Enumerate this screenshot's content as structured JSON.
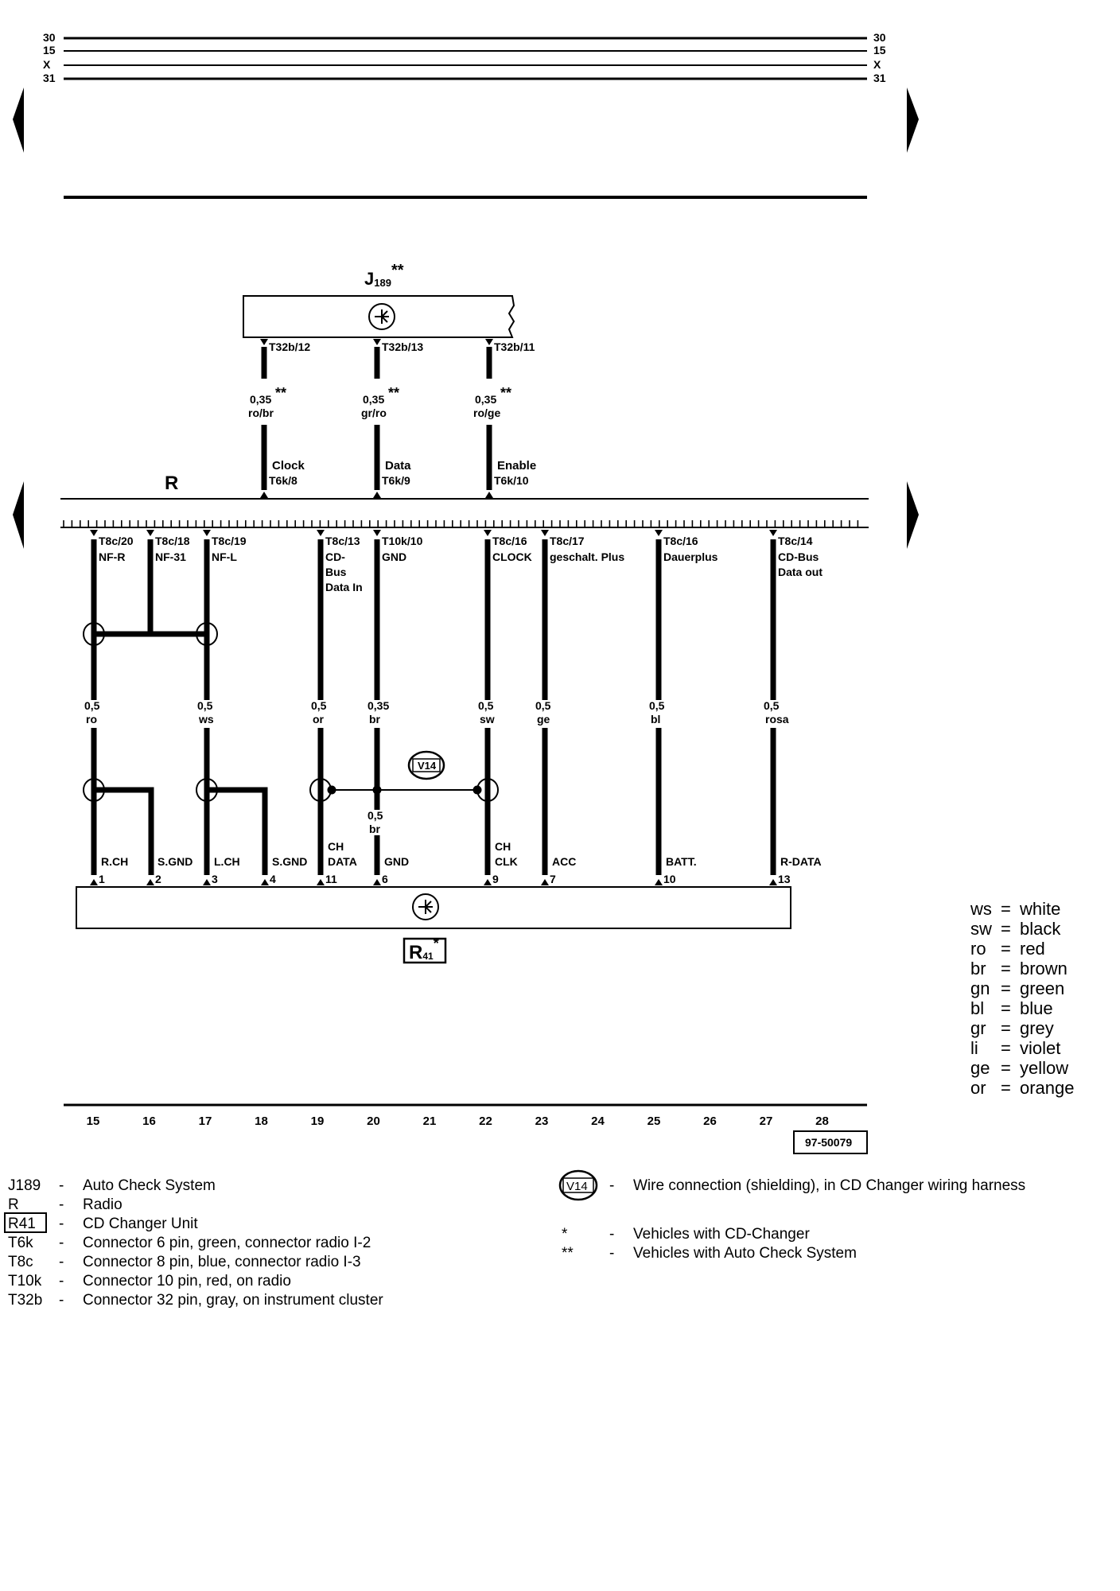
{
  "rails": {
    "left": [
      "30",
      "15",
      "X",
      "31"
    ],
    "right": [
      "30",
      "15",
      "X",
      "31"
    ]
  },
  "j189": {
    "letter": "J",
    "sub": "189",
    "sup": "**"
  },
  "radio_label": "R",
  "top_wires": [
    {
      "pin": "T32b/12",
      "size": "0,35",
      "star": "**",
      "color": "ro/br",
      "signal": "Clock",
      "conn": "T6k/8"
    },
    {
      "pin": "T32b/13",
      "size": "0,35",
      "star": "**",
      "color": "gr/ro",
      "signal": "Data",
      "conn": "T6k/9"
    },
    {
      "pin": "T32b/11",
      "size": "0,35",
      "star": "**",
      "color": "ro/ge",
      "signal": "Enable",
      "conn": "T6k/10"
    }
  ],
  "radio_pins": [
    {
      "pin": "T8c/20",
      "lines": [
        "NF-R"
      ]
    },
    {
      "pin": "T8c/18",
      "lines": [
        "NF-31"
      ]
    },
    {
      "pin": "T8c/19",
      "lines": [
        "NF-L"
      ]
    },
    {
      "pin": "T8c/13",
      "lines": [
        "CD-",
        "Bus",
        "Data In"
      ]
    },
    {
      "pin": "T10k/10",
      "lines": [
        "GND"
      ]
    },
    {
      "pin": "T8c/16",
      "lines": [
        "CLOCK"
      ]
    },
    {
      "pin": "T8c/17",
      "lines": [
        "geschalt. Plus"
      ]
    },
    {
      "pin": "T8c/16",
      "lines": [
        "Dauerplus"
      ]
    },
    {
      "pin": "T8c/14",
      "lines": [
        "CD-Bus",
        "Data out"
      ]
    }
  ],
  "wire_specs": [
    {
      "size": "0,5",
      "color": "ro"
    },
    {
      "size": "0,5",
      "color": "ws"
    },
    {
      "size": "0,5",
      "color": "or"
    },
    {
      "size": "0,35",
      "color": "br"
    },
    {
      "size": "0,5",
      "color": "sw"
    },
    {
      "size": "0,5",
      "color": "ge"
    },
    {
      "size": "0,5",
      "color": "bl"
    },
    {
      "size": "0,5",
      "color": "rosa"
    }
  ],
  "v14_label": "V14",
  "v14_wire": {
    "size": "0,5",
    "color": "br"
  },
  "changer_pins": [
    {
      "name": [
        "R.CH"
      ],
      "num": "1"
    },
    {
      "name": [
        "S.GND"
      ],
      "num": "2"
    },
    {
      "name": [
        "L.CH"
      ],
      "num": "3"
    },
    {
      "name": [
        "S.GND"
      ],
      "num": "4"
    },
    {
      "name": [
        "CH",
        "DATA"
      ],
      "num": "11"
    },
    {
      "name": [
        "GND"
      ],
      "num": "6"
    },
    {
      "name": [
        "CH",
        "CLK"
      ],
      "num": "9"
    },
    {
      "name": [
        "ACC"
      ],
      "num": "7"
    },
    {
      "name": [
        "BATT."
      ],
      "num": "10"
    },
    {
      "name": [
        "R-DATA"
      ],
      "num": "13"
    }
  ],
  "r41": {
    "letter": "R",
    "sub": "41",
    "sup": "*"
  },
  "bottom_numbers": [
    "15",
    "16",
    "17",
    "18",
    "19",
    "20",
    "21",
    "22",
    "23",
    "24",
    "25",
    "26",
    "27",
    "28"
  ],
  "ref_code": "97-50079",
  "color_legend": [
    {
      "code": "ws",
      "name": "white"
    },
    {
      "code": "sw",
      "name": "black"
    },
    {
      "code": "ro",
      "name": "red"
    },
    {
      "code": "br",
      "name": "brown"
    },
    {
      "code": "gn",
      "name": "green"
    },
    {
      "code": "bl",
      "name": "blue"
    },
    {
      "code": "gr",
      "name": "grey"
    },
    {
      "code": "li",
      "name": "violet"
    },
    {
      "code": "ge",
      "name": "yellow"
    },
    {
      "code": "or",
      "name": "orange"
    }
  ],
  "components": [
    {
      "code": "J189",
      "desc": "Auto Check System",
      "boxed": false
    },
    {
      "code": "R",
      "desc": "Radio",
      "boxed": false
    },
    {
      "code": "R41",
      "desc": "CD Changer Unit",
      "boxed": true
    },
    {
      "code": "T6k",
      "desc": "Connector 6 pin, green, connector radio I-2",
      "boxed": false
    },
    {
      "code": "T8c",
      "desc": "Connector 8 pin, blue, connector radio I-3",
      "boxed": false
    },
    {
      "code": "T10k",
      "desc": "Connector 10 pin, red, on radio",
      "boxed": false
    },
    {
      "code": "T32b",
      "desc": "Connector 32 pin, gray, on instrument cluster",
      "boxed": false
    }
  ],
  "notes": [
    {
      "code": "V14",
      "desc": "Wire connection (shielding), in CD Changer wiring harness",
      "circled": true
    },
    {
      "code": "*",
      "desc": "Vehicles with CD-Changer",
      "circled": false
    },
    {
      "code": "**",
      "desc": "Vehicles with Auto Check System",
      "circled": false
    }
  ]
}
